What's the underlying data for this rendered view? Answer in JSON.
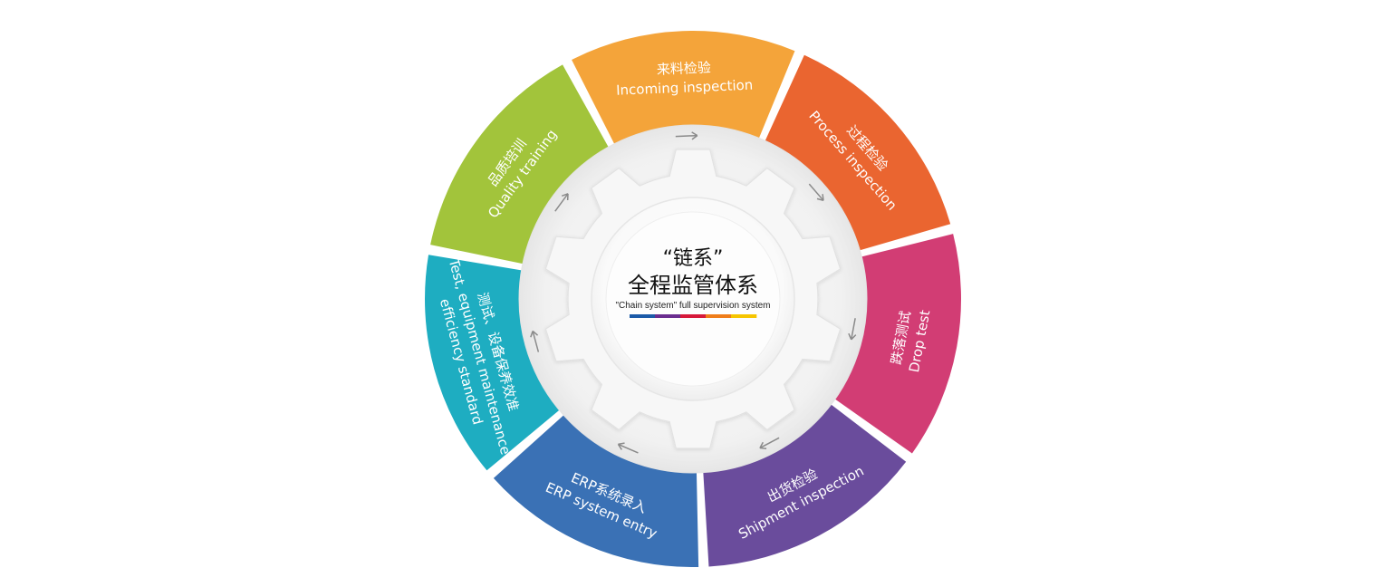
{
  "center": {
    "quote_title": "“链系”",
    "title": "全程监管体系",
    "subtitle": "\"Chain system\" full supervision system",
    "color_bar": [
      "#1c5aa8",
      "#6a2d8f",
      "#d7193a",
      "#ef7d1a",
      "#f6c500"
    ]
  },
  "segments": [
    {
      "id": "incoming",
      "color": "#f4a43a",
      "cn": "来料检验",
      "en": "Incoming inspection"
    },
    {
      "id": "process",
      "color": "#ea6530",
      "cn": "过程检验",
      "en": "Process inspection"
    },
    {
      "id": "drop",
      "color": "#d23d74",
      "cn": "跌落测试",
      "en": "Drop test"
    },
    {
      "id": "shipment",
      "color": "#6a4c9c",
      "cn": "出货检验",
      "en": "Shipment inspection"
    },
    {
      "id": "erp",
      "color": "#3a71b5",
      "cn": "ERP系统录入",
      "en": "ERP system entry"
    },
    {
      "id": "test",
      "color": "#1eadc1",
      "cn": "测试、设备保养效准",
      "en": "Test, equipment maintenance",
      "en2": "efficiency standard"
    },
    {
      "id": "quality",
      "color": "#a2c43b",
      "cn": "品质培训",
      "en": "Quality training"
    }
  ],
  "arrow_icon": "arrow-icon",
  "gear_icon": "gear-icon"
}
